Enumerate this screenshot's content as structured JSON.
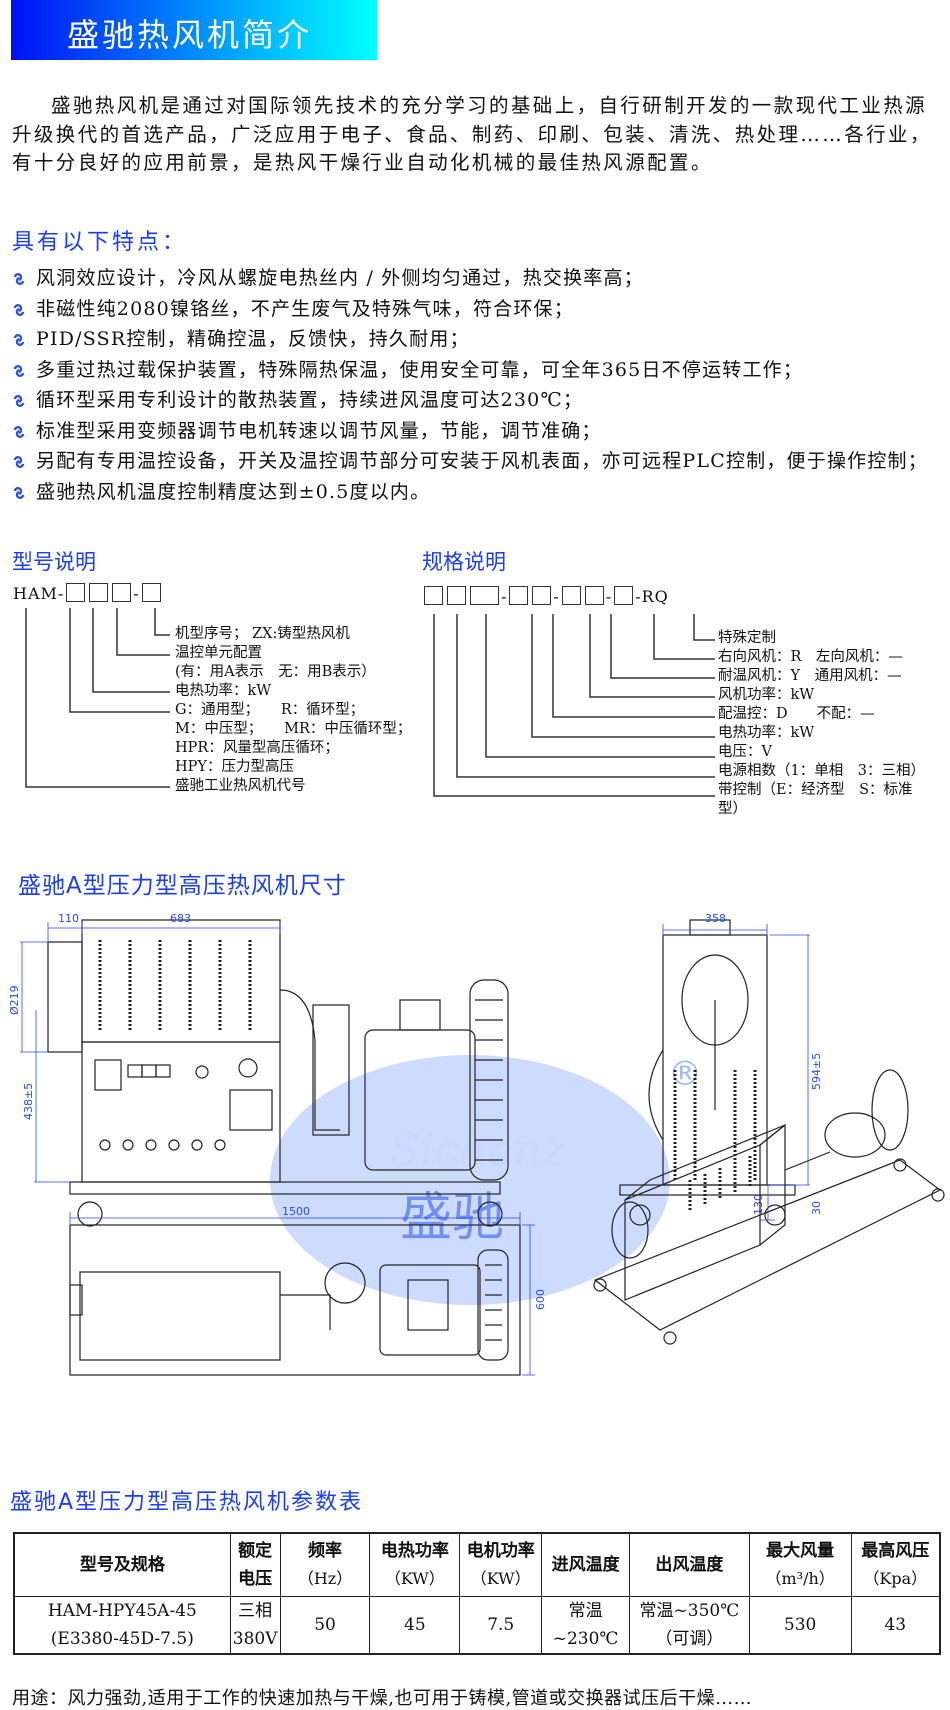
{
  "header": {
    "title": "盛驰热风机简介",
    "gradient": [
      "#0010f5",
      "#00ffff"
    ]
  },
  "intro": "盛驰热风机是通过对国际领先技术的充分学习的基础上，自行研制开发的一款现代工业热源升级换代的首选产品，广泛应用于电子、食品、制药、印刷、包装、清洗、热处理……各行业，有十分良好的应用前景，是热风干燥行业自动化机械的最佳热风源配置。",
  "features": {
    "title": "具有以下特点：",
    "bullet_icon": "swirl-bullet-icon",
    "items": [
      "风洞效应设计，冷风从螺旋电热丝内 / 外侧均匀通过，热交换率高；",
      "非磁性纯2080镍铬丝，不产生废气及特殊气味，符合环保；",
      "PID/SSR控制，精确控温，反馈快，持久耐用；",
      "多重过热过载保护装置，特殊隔热保温，使用安全可靠，可全年365日不停运转工作；",
      "循环型采用专利设计的散热装置，持续进风温度可达230℃；",
      "标准型采用变频器调节电机转速以调节风量，节能，调节准确；",
      "另配有专用温控设备，开关及温控调节部分可安装于风机表面，亦可远程PLC控制，便于操作控制；",
      "盛驰热风机温度控制精度达到±0.5度以内。"
    ]
  },
  "model": {
    "title": "型号说明",
    "prefix": "HAM-",
    "dash": "-",
    "lines": [
      "机型序号； ZX:铸型热风机",
      "温控单元配置",
      "(有：用A表示　无：用B表示）",
      "电热功率：kW",
      "G：通用型；　　R：循环型；",
      "M：中压型；　　MR：中压循环型；",
      "HPR：风量型高压循环；",
      "HPY：压力型高压",
      "盛驰工业热风机代号"
    ]
  },
  "spec": {
    "title": "规格说明",
    "suffix": "RQ",
    "dash": "-",
    "lines": [
      "特殊定制",
      "右向风机：R　左向风机：—",
      "耐温风机：Y　通用风机：—",
      "风机功率：kW",
      "配温控：D　　不配：—",
      "电热功率：kW",
      "电压：V",
      "电源相数（1：单相　3：三相）",
      "带控制（E：经济型　S：标准型）"
    ]
  },
  "dimensions": {
    "title": "盛驰A型压力型高压热风机尺寸",
    "labels": {
      "w110": "110",
      "w683": "683",
      "d219": "Ø219",
      "h438": "438±5",
      "w358": "358",
      "h594": "594±5",
      "h130": "130",
      "h30": "30",
      "l1500": "1500",
      "w600": "600"
    },
    "watermark": {
      "latin": "Sichenz",
      "cn": "盛驰",
      "mark": "®"
    }
  },
  "params": {
    "title": "盛驰A型压力型高压热风机参数表",
    "headers": [
      {
        "name": "型号及规格",
        "unit": ""
      },
      {
        "name": "额定电压",
        "unit": ""
      },
      {
        "name": "频率",
        "unit": "（Hz）"
      },
      {
        "name": "电热功率",
        "unit": "（KW）"
      },
      {
        "name": "电机功率",
        "unit": "（KW）"
      },
      {
        "name": "进风温度",
        "unit": ""
      },
      {
        "name": "出风温度",
        "unit": ""
      },
      {
        "name": "最大风量",
        "unit": "（m³/h）"
      },
      {
        "name": "最高风压",
        "unit": "（Kpa）"
      }
    ],
    "row": {
      "model_1": "HAM-HPY45A-45",
      "model_2": "(E3380-45D-7.5)",
      "voltage_1": "三相",
      "voltage_2": "380V",
      "freq": "50",
      "heat_power": "45",
      "motor_power": "7.5",
      "inlet_1": "常温",
      "inlet_2": "~230℃",
      "outlet_1": "常温~350℃",
      "outlet_2": "（可调）",
      "airflow": "530",
      "pressure": "43"
    }
  },
  "usage": "用途：风力强劲,适用于工作的快速加热与干燥,也可用于铸模,管道或交换器试压后干燥……",
  "colors": {
    "accent": "#1a3cff",
    "dim": "#2a4aff",
    "watermark": "#7b9bff"
  }
}
